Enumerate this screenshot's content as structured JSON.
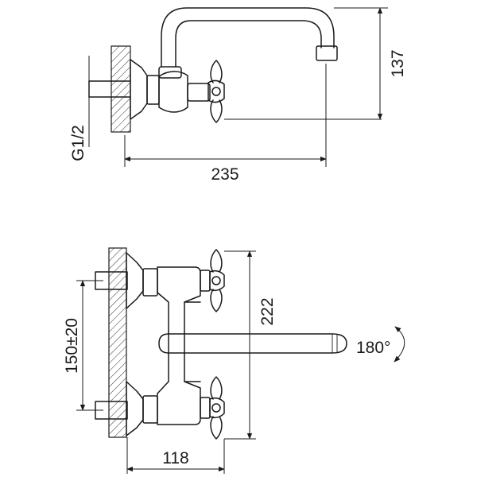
{
  "top_view": {
    "dimensions": {
      "thread": "G1/2",
      "length": "235",
      "height": "137"
    }
  },
  "bottom_view": {
    "dimensions": {
      "spacing": "150±20",
      "height": "222",
      "reach": "118",
      "rotation": "180°"
    }
  }
}
